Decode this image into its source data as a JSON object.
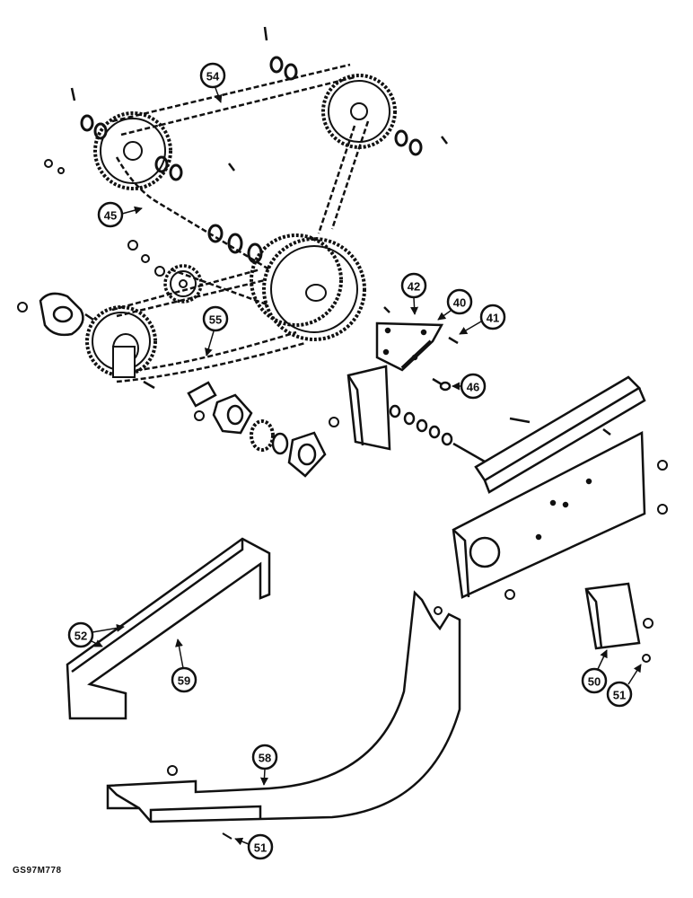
{
  "figure": {
    "reference_code": "GS97M778"
  },
  "callouts": [
    {
      "id": "c54",
      "label": "54"
    },
    {
      "id": "c45",
      "label": "45"
    },
    {
      "id": "c42",
      "label": "42"
    },
    {
      "id": "c40",
      "label": "40"
    },
    {
      "id": "c41",
      "label": "41"
    },
    {
      "id": "c55",
      "label": "55"
    },
    {
      "id": "c46",
      "label": "46"
    },
    {
      "id": "c52",
      "label": "52"
    },
    {
      "id": "c59",
      "label": "59"
    },
    {
      "id": "c50",
      "label": "50"
    },
    {
      "id": "c51a",
      "label": "51"
    },
    {
      "id": "c58",
      "label": "58"
    },
    {
      "id": "c51b",
      "label": "51"
    }
  ]
}
